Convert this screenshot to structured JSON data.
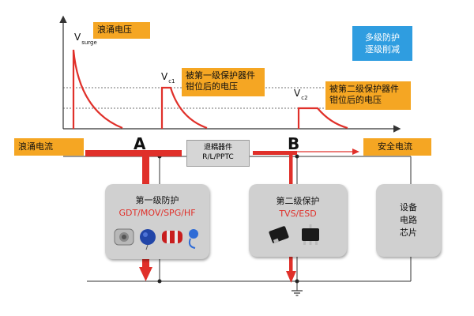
{
  "waveform": {
    "v_surge_main": "V",
    "v_surge_sub": "surge",
    "vc1_main": "V",
    "vc1_sub": "c1",
    "vc2_main": "V",
    "vc2_sub": "c2"
  },
  "labels": {
    "surge_voltage": "浪涌电压",
    "clamp1_line1": "被第一级保护器件",
    "clamp1_line2": "钳位后的电压",
    "clamp2_line1": "被第二级保护器件",
    "clamp2_line2": "钳位后的电压",
    "multi_level_line1": "多级防护",
    "multi_level_line2": "逐级削减",
    "surge_current": "浪涌电流",
    "safe_current": "安全电流"
  },
  "nodes": {
    "a": "A",
    "b": "B"
  },
  "coupler": {
    "line1": "退耦器件",
    "line2": "R/L/PPTC"
  },
  "stage1": {
    "title": "第一级防护",
    "parts": "GDT/MOV/SPG/HF"
  },
  "stage2": {
    "title": "第二级保护",
    "parts": "TVS/ESD"
  },
  "device": {
    "line1": "设备",
    "line2": "电路",
    "line3": "芯片"
  },
  "colors": {
    "accent_red": "#e0302a",
    "label_orange": "#f5a623",
    "info_blue": "#2f9de0",
    "panel_grey": "#d0d0d0"
  }
}
